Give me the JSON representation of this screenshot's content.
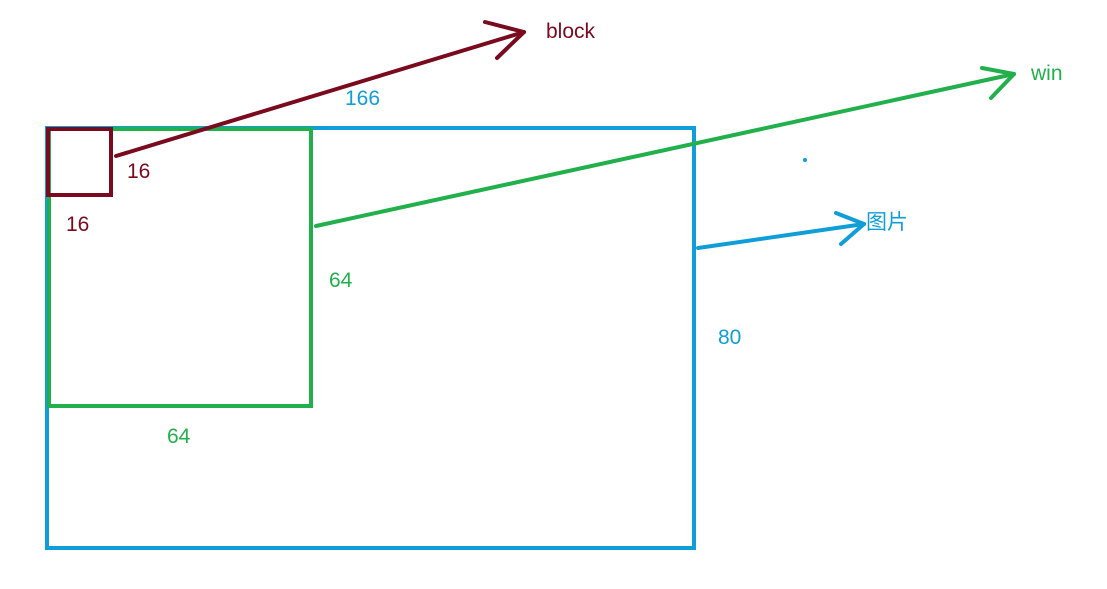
{
  "colors": {
    "block": "#7a0a1e",
    "win": "#22b04c",
    "image": "#109ed8"
  },
  "labels": {
    "block_name": "block",
    "win_name": "win",
    "image_name": "图片",
    "image_width": "166",
    "image_height": "80",
    "win_width": "64",
    "win_height": "64",
    "block_width": "16",
    "block_height": "16"
  }
}
